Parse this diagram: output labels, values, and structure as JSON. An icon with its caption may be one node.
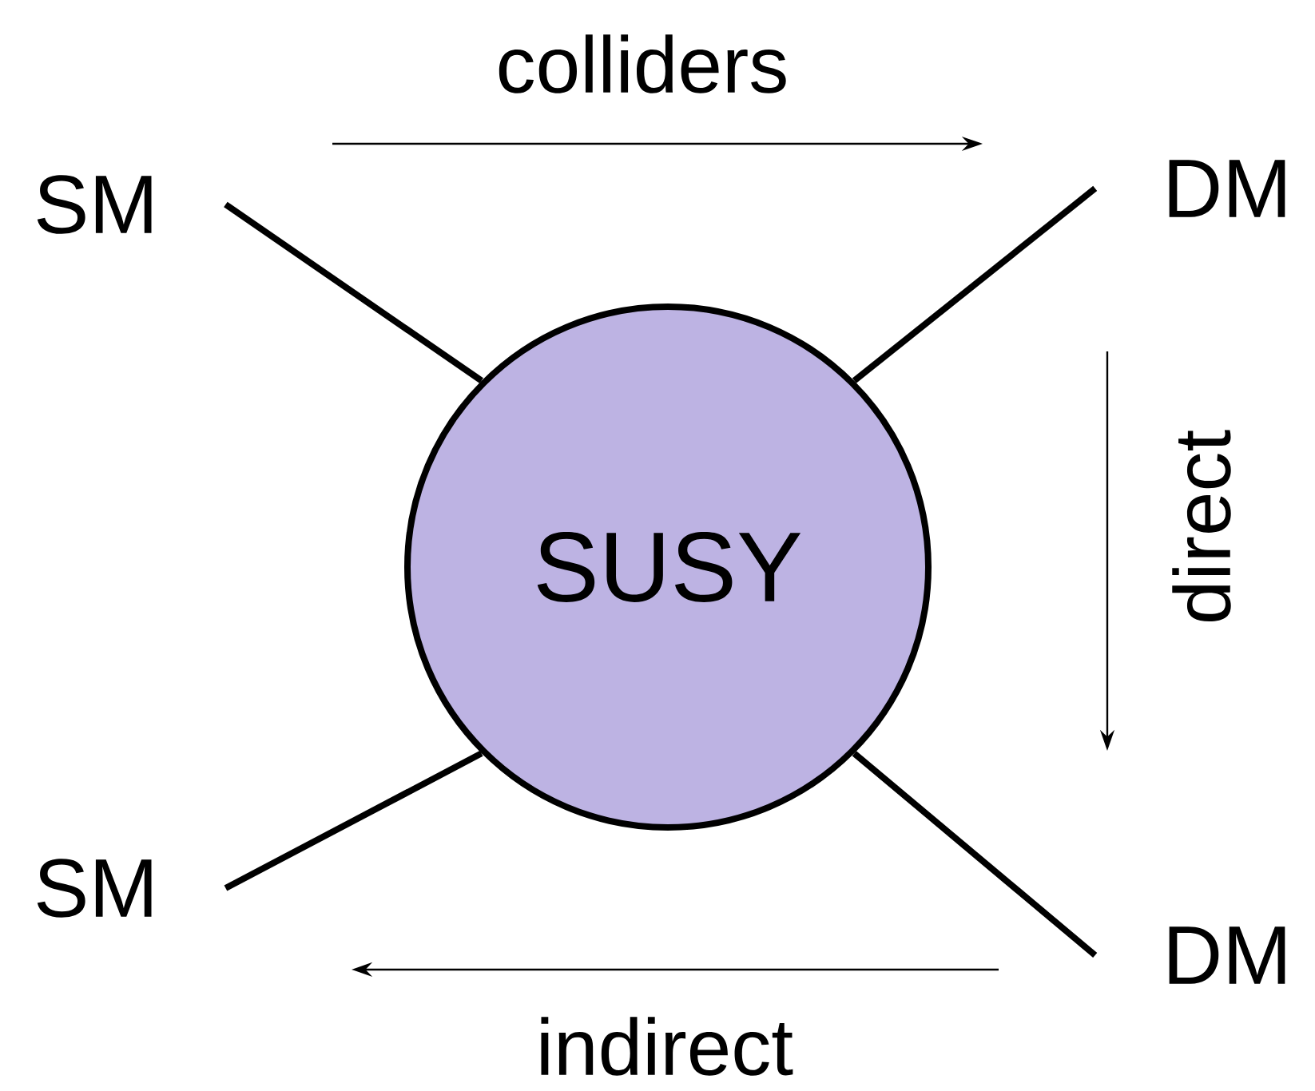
{
  "diagram": {
    "nodes": [
      {
        "text": [
          "SM"
        ]
      },
      {
        "text": [
          "DM"
        ]
      },
      {
        "text": [
          "SUSY"
        ]
      },
      {
        "text": [
          "SM"
        ]
      },
      {
        "text": [
          "DM"
        ]
      }
    ],
    "edges": [
      {
        "from": 0,
        "to": 2,
        "arrow": "none"
      },
      {
        "from": 1,
        "to": 2,
        "arrow": "none"
      },
      {
        "from": 3,
        "to": 2,
        "arrow": "none"
      },
      {
        "from": 4,
        "to": 2,
        "arrow": "none"
      }
    ],
    "labels": [
      "colliders",
      "direct",
      "indirect"
    ]
  }
}
